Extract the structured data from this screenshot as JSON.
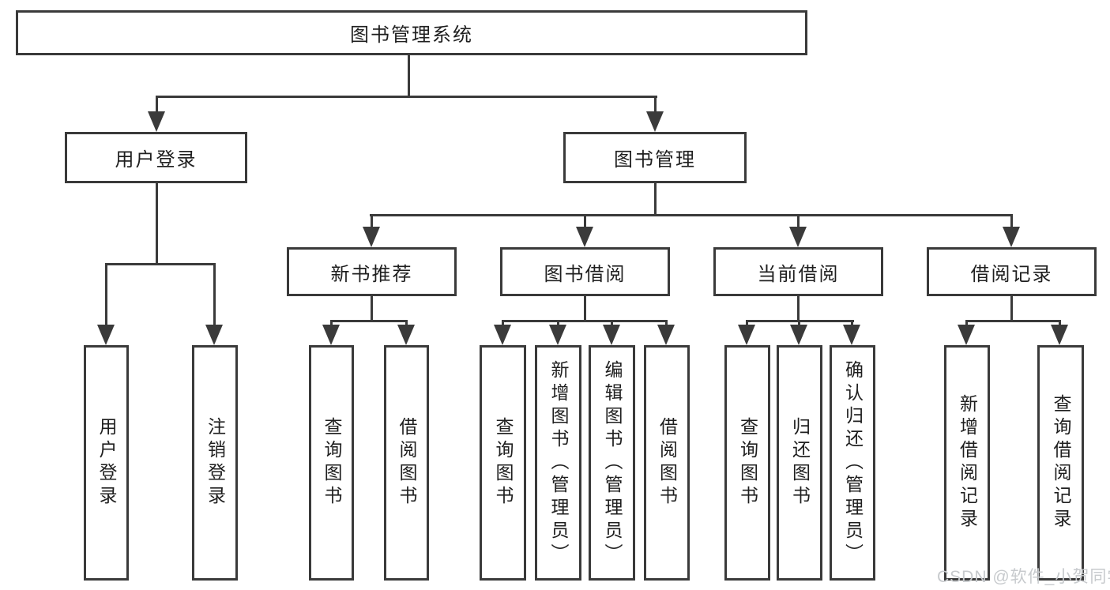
{
  "colors": {
    "line": "#3a3a3a",
    "text": "#1f1f1f",
    "watermark": "#c7cacd",
    "background": "#ffffff"
  },
  "diagram": {
    "root": {
      "label": "图书管理系统"
    },
    "level2": [
      {
        "label": "用户登录"
      },
      {
        "label": "图书管理"
      }
    ],
    "level3": [
      {
        "label": "新书推荐",
        "parent": "图书管理"
      },
      {
        "label": "图书借阅",
        "parent": "图书管理"
      },
      {
        "label": "当前借阅",
        "parent": "图书管理"
      },
      {
        "label": "借阅记录",
        "parent": "图书管理"
      }
    ],
    "leaves": [
      {
        "label": "用户登录",
        "parent": "用户登录"
      },
      {
        "label": "注销登录",
        "parent": "用户登录"
      },
      {
        "label": "查询图书",
        "parent": "新书推荐"
      },
      {
        "label": "借阅图书",
        "parent": "新书推荐"
      },
      {
        "label": "查询图书",
        "parent": "图书借阅"
      },
      {
        "label": "新增图书（管理员）",
        "parent": "图书借阅"
      },
      {
        "label": "编辑图书（管理员）",
        "parent": "图书借阅"
      },
      {
        "label": "借阅图书",
        "parent": "图书借阅"
      },
      {
        "label": "查询图书",
        "parent": "当前借阅"
      },
      {
        "label": "归还图书",
        "parent": "当前借阅"
      },
      {
        "label": "确认归还（管理员）",
        "parent": "当前借阅"
      },
      {
        "label": "新增借阅记录",
        "parent": "借阅记录"
      },
      {
        "label": "查询借阅记录",
        "parent": "借阅记录"
      }
    ],
    "watermark": "CSDN @软件_小贺同学"
  }
}
